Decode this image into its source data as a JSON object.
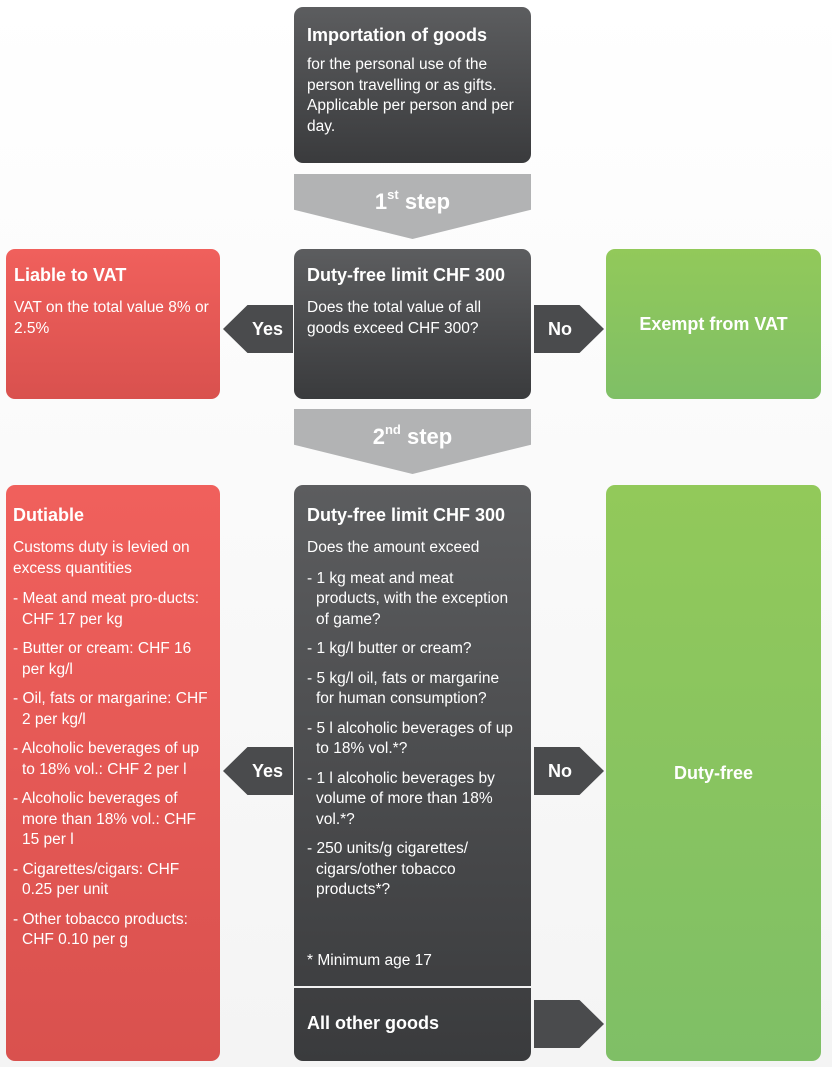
{
  "import_box": {
    "title": "Importation of goods",
    "text": "for the personal use of the person travelling or as gifts. Applicable per person and per day."
  },
  "step1": {
    "number": "1",
    "suffix": "st",
    "label": "step"
  },
  "step2": {
    "number": "2",
    "suffix": "nd",
    "label": "step"
  },
  "vat_liable": {
    "title": "Liable to VAT",
    "text": "VAT on the total value 8% or 2.5%"
  },
  "vat_check": {
    "title": "Duty-free limit CHF 300",
    "question": "Does the total value of all goods exceed CHF 300?"
  },
  "vat_exempt": {
    "label": "Exempt from VAT"
  },
  "yes_label": "Yes",
  "no_label": "No",
  "dutiable": {
    "title": "Dutiable",
    "intro": "Customs duty is levied on excess quantities",
    "items": [
      "Meat and meat pro-ducts: CHF 17 per kg",
      "Butter or cream: CHF 16 per kg/l",
      "Oil, fats or margarine: CHF 2 per kg/l",
      "Alcoholic beverages of up to 18% vol.: CHF 2 per l",
      "Alcoholic beverages of more than 18% vol.: CHF 15 per l",
      "Cigarettes/cigars: CHF 0.25 per unit",
      "Other tobacco products: CHF 0.10 per g"
    ]
  },
  "quantity_check": {
    "title": "Duty-free limit CHF 300",
    "question": "Does the amount exceed",
    "items": [
      "1 kg meat and meat products, with the exception of game?",
      "1 kg/l butter or cream?",
      "5 kg/l oil, fats or margarine for human consumption?",
      "5 l alcoholic beverages of up to 18% vol.*?",
      "1 l alcoholic beverages by volume of more than 18% vol.*?",
      "250 units/g cigarettes/ cigars/other tobacco products*?"
    ],
    "footnote": "* Minimum age 17"
  },
  "other_goods": {
    "label": "All other goods"
  },
  "duty_free": {
    "label": "Duty-free"
  },
  "colors": {
    "dark": "#4a4b4d",
    "red": "#e85856",
    "green": "#87c45f",
    "step_gray": "#b2b3b4"
  }
}
